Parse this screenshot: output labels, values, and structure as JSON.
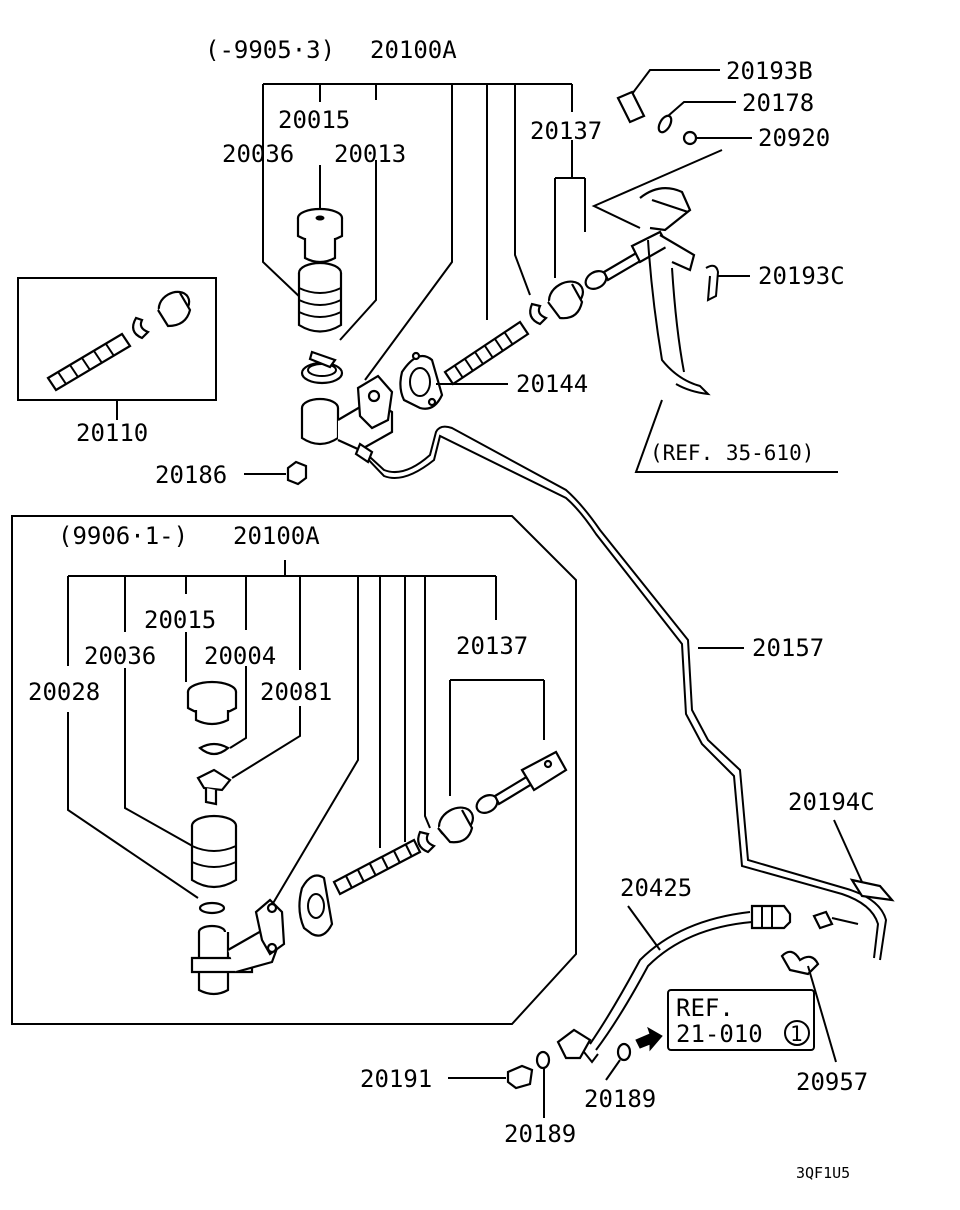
{
  "diagram": {
    "upper_variant": "(-9905·3)",
    "lower_variant": "(9906·1-)",
    "code": "3QF1U5",
    "refs": {
      "pedal": "(REF. 35-610)",
      "hose_ref_line1": "REF.",
      "hose_ref_line2": "21-010",
      "hose_ref_circle": "1"
    },
    "upper_parts": {
      "assembly": "20100A",
      "reservoir_cap": "20015",
      "reservoir": "20036",
      "clamp": "20013",
      "push_rod": "20137",
      "pin": "20193B",
      "washer": "20178",
      "bushing": "20920",
      "snap_pin": "20193C",
      "gasket": "20144",
      "kit": "20110",
      "nut": "20186"
    },
    "lower_parts": {
      "assembly": "20100A",
      "reservoir_cap": "20015",
      "reservoir": "20036",
      "diaphragm": "20004",
      "oring": "20028",
      "clip": "20081",
      "push_rod": "20137"
    },
    "line_parts": {
      "tube": "20157",
      "clip": "20194C",
      "hose": "20425",
      "bolt": "20191",
      "gasket_a": "20189",
      "gasket_b": "20189",
      "bracket": "20957"
    }
  }
}
